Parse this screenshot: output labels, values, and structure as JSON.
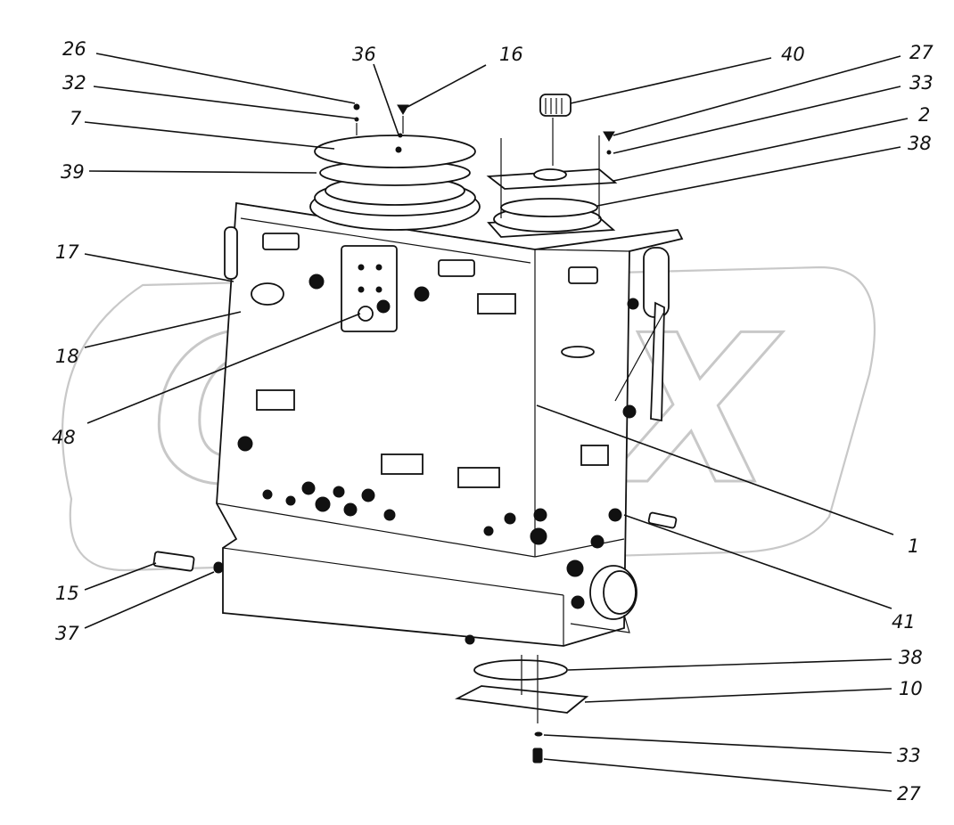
{
  "watermark": {
    "text": "ОРЕХ",
    "color": "#c8c8c8"
  },
  "callouts": [
    {
      "id": "c26a",
      "text": "26"
    },
    {
      "id": "c32",
      "text": "32"
    },
    {
      "id": "c7",
      "text": "7"
    },
    {
      "id": "c39",
      "text": "39"
    },
    {
      "id": "c17",
      "text": "17"
    },
    {
      "id": "c18",
      "text": "18"
    },
    {
      "id": "c48",
      "text": "48"
    },
    {
      "id": "c15",
      "text": "15"
    },
    {
      "id": "c37",
      "text": "37"
    },
    {
      "id": "c36",
      "text": "36"
    },
    {
      "id": "c16",
      "text": "16"
    },
    {
      "id": "c40",
      "text": "40"
    },
    {
      "id": "c27a",
      "text": "27"
    },
    {
      "id": "c33a",
      "text": "33"
    },
    {
      "id": "c2",
      "text": "2"
    },
    {
      "id": "c38a",
      "text": "38"
    },
    {
      "id": "c1",
      "text": "1"
    },
    {
      "id": "c41",
      "text": "41"
    },
    {
      "id": "c38b",
      "text": "38"
    },
    {
      "id": "c10",
      "text": "10"
    },
    {
      "id": "c33b",
      "text": "33"
    },
    {
      "id": "c27b",
      "text": "27"
    }
  ]
}
